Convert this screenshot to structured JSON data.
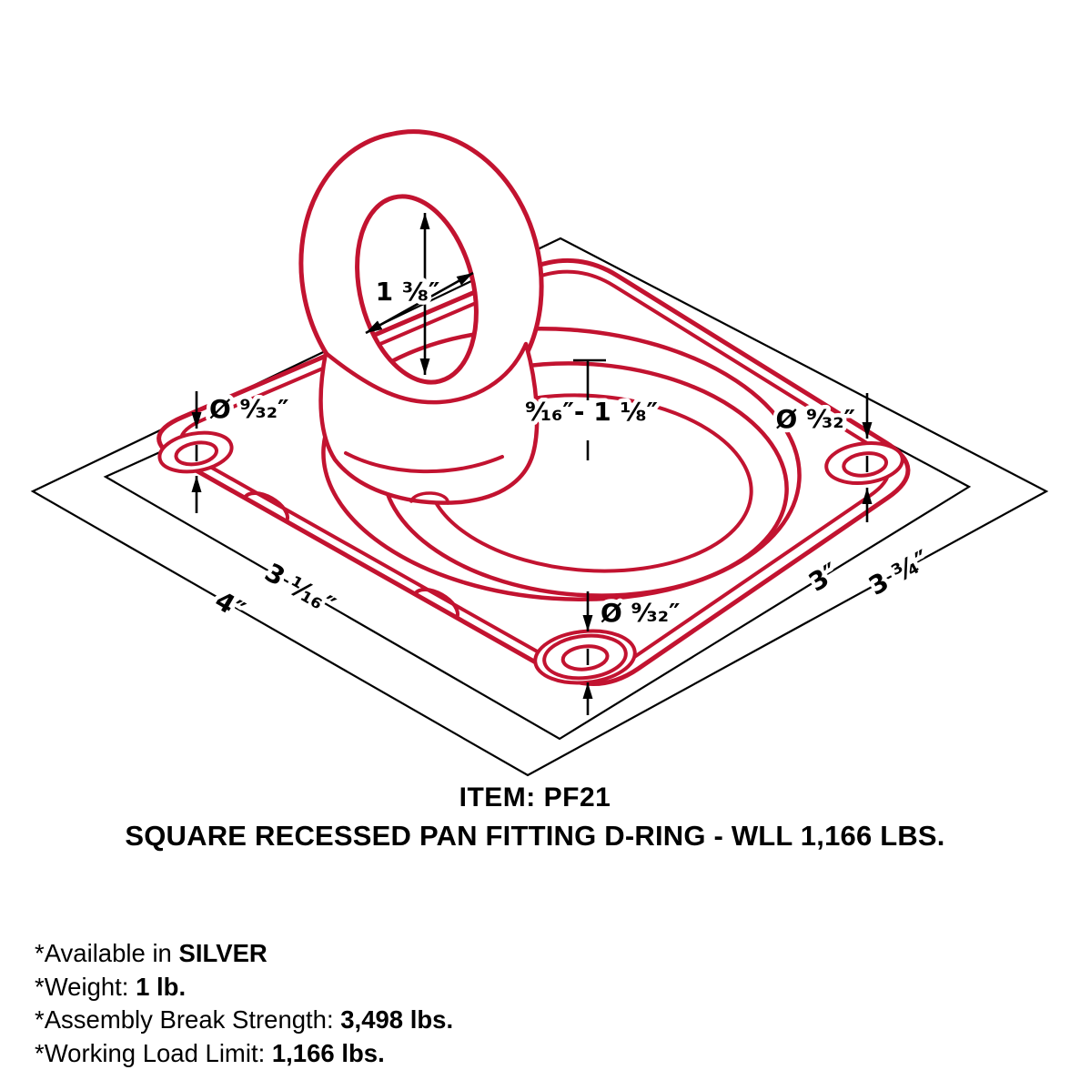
{
  "colors": {
    "accent_red": "#C21330",
    "line_black": "#000000",
    "background": "#FFFFFF"
  },
  "drawing": {
    "labels": {
      "ring_inner_width": "1 ⅜″",
      "recess_depth_range": "⁹⁄₁₆″- 1 ⅛″",
      "hole_diameter_top_left": "Ø ⁹⁄₃₂″",
      "hole_diameter_top_right": "Ø ⁹⁄₃₂″",
      "hole_diameter_bottom": "Ø ⁹⁄₃₂″",
      "outer_width_left": "4″",
      "hole_spacing_left": "3 ¹⁄₁₆″",
      "hole_spacing_right": "3″",
      "outer_width_right": "3 ¾″"
    }
  },
  "caption": {
    "item_line": "ITEM: PF21",
    "title_line": "SQUARE RECESSED PAN FITTING D-RING - WLL 1,166 LBS."
  },
  "specs": [
    {
      "prefix": "*Available in ",
      "value": "SILVER"
    },
    {
      "prefix": "*Weight: ",
      "value": "1 lb."
    },
    {
      "prefix": "*Assembly Break Strength: ",
      "value": "3,498 lbs."
    },
    {
      "prefix": "*Working Load Limit: ",
      "value": "1,166 lbs."
    }
  ]
}
